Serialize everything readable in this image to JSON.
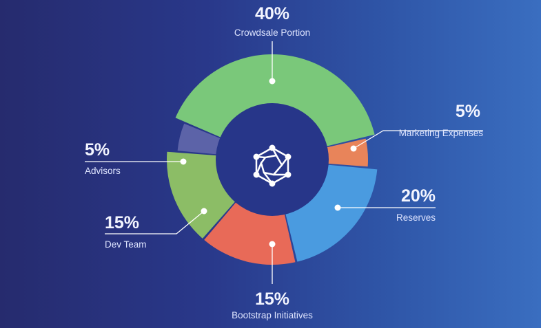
{
  "chart_data": {
    "type": "pie",
    "title": "",
    "slices": [
      {
        "label": "Crowdsale Portion",
        "percent_label": "40%",
        "value": 40,
        "color": "#7ac87a"
      },
      {
        "label": "Marketing Expenses",
        "percent_label": "5%",
        "value": 5,
        "color": "#e8845a"
      },
      {
        "label": "Reserves",
        "percent_label": "20%",
        "value": 20,
        "color": "#4a9be0"
      },
      {
        "label": "Bootstrap Initiatives",
        "percent_label": "15%",
        "value": 15,
        "color": "#e86a58"
      },
      {
        "label": "Dev Team",
        "percent_label": "15%",
        "value": 15,
        "color": "#8cbd66"
      },
      {
        "label": "Advisors",
        "percent_label": "5%",
        "value": 5,
        "color": "#5c63a8"
      }
    ]
  },
  "center_icon": "cube-network-icon",
  "colors": {
    "background_left": "#262b6e",
    "background_right": "#3a6ec0",
    "center_disc": "#273689"
  }
}
